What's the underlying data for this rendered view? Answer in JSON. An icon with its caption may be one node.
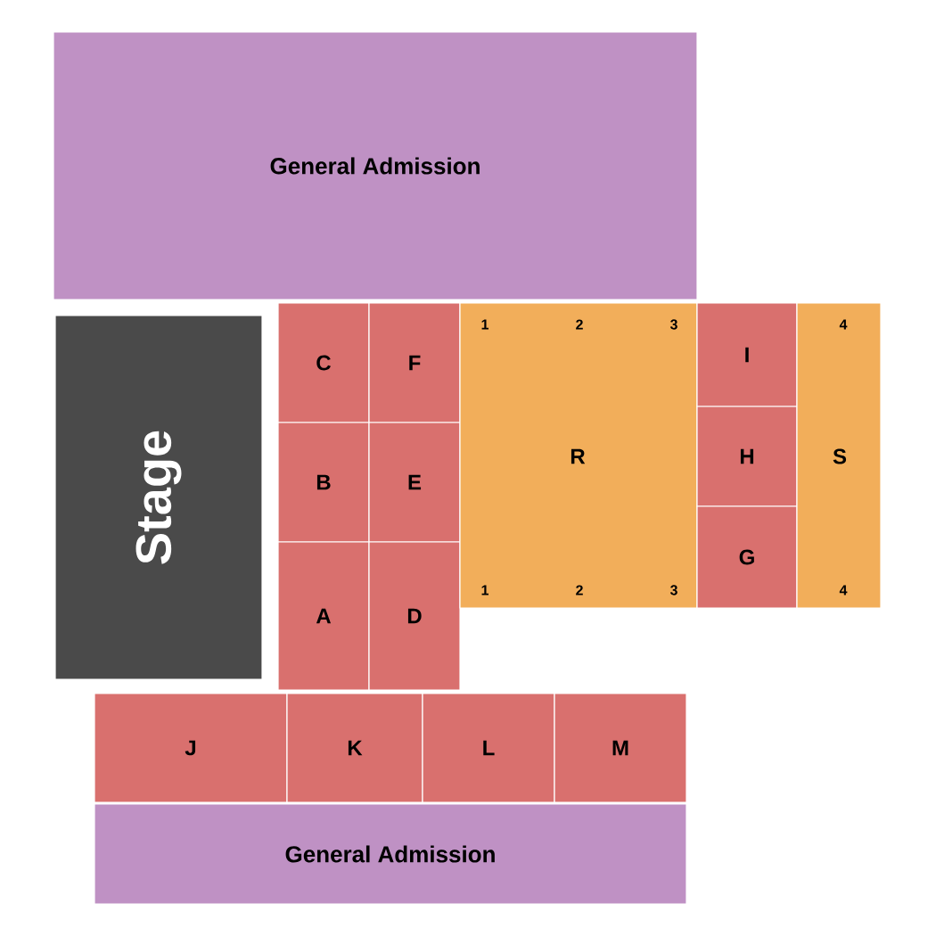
{
  "diagram": {
    "nodes": [
      {
        "text": [
          "General Admission"
        ]
      },
      {
        "text": [
          "Stage"
        ]
      },
      {
        "text": [
          "C"
        ]
      },
      {
        "text": [
          "F"
        ]
      },
      {
        "text": [
          "B"
        ]
      },
      {
        "text": [
          "E"
        ]
      },
      {
        "text": [
          "A"
        ]
      },
      {
        "text": [
          "D"
        ]
      },
      {
        "text": [
          "1",
          "2",
          "3",
          "R",
          "1",
          "2",
          "3"
        ]
      },
      {
        "text": [
          "I"
        ]
      },
      {
        "text": [
          "H"
        ]
      },
      {
        "text": [
          "G"
        ]
      },
      {
        "text": [
          "4",
          "S",
          "4"
        ]
      },
      {
        "text": [
          "J"
        ]
      },
      {
        "text": [
          "K"
        ]
      },
      {
        "text": [
          "L"
        ]
      },
      {
        "text": [
          "M"
        ]
      },
      {
        "text": [
          "General Admission"
        ]
      }
    ]
  }
}
